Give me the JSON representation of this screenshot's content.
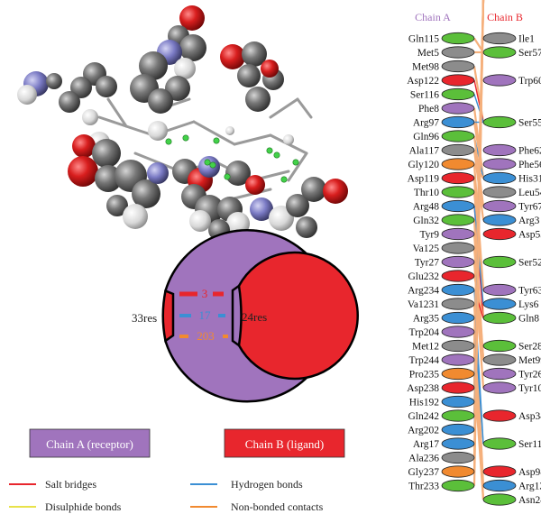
{
  "chain_a_header": "Chain A",
  "chain_b_header": "Chain B",
  "summary": {
    "chain_a_res": "33res",
    "chain_b_res": "24res",
    "salt_count": "3",
    "hbond_count": "17",
    "nonbonded_count": "203"
  },
  "boxes": {
    "chain_a": "Chain A (receptor)",
    "chain_b": "Chain B (ligand)"
  },
  "legend": {
    "salt": "Salt bridges",
    "hbond": "Hydrogen bonds",
    "disulphide": "Disulphide bonds",
    "nonbonded": "Non-bonded contacts"
  },
  "colors": {
    "purple": "#a074bd",
    "red": "#e8262d",
    "blue": "#3b8fd4",
    "green": "#5bbf3a",
    "gray": "#8c8c8c",
    "orange": "#f18a30",
    "yellow": "#e8e24a",
    "line_orange": "#f5b07c"
  },
  "residues_a": [
    {
      "name": "Gln115",
      "color": "green"
    },
    {
      "name": "Met5",
      "color": "gray"
    },
    {
      "name": "Met98",
      "color": "gray"
    },
    {
      "name": "Asp122",
      "color": "red"
    },
    {
      "name": "Ser116",
      "color": "green"
    },
    {
      "name": "Phe8",
      "color": "purple"
    },
    {
      "name": "Arg97",
      "color": "blue"
    },
    {
      "name": "Gln96",
      "color": "green"
    },
    {
      "name": "Ala117",
      "color": "gray"
    },
    {
      "name": "Gly120",
      "color": "orange"
    },
    {
      "name": "Asp119",
      "color": "red"
    },
    {
      "name": "Thr10",
      "color": "green"
    },
    {
      "name": "Arg48",
      "color": "blue"
    },
    {
      "name": "Gln32",
      "color": "green"
    },
    {
      "name": "Tyr9",
      "color": "purple"
    },
    {
      "name": "Va125",
      "color": "gray"
    },
    {
      "name": "Tyr27",
      "color": "purple"
    },
    {
      "name": "Glu232",
      "color": "red"
    },
    {
      "name": "Arg234",
      "color": "blue"
    },
    {
      "name": "Va1231",
      "color": "gray"
    },
    {
      "name": "Arg35",
      "color": "blue"
    },
    {
      "name": "Trp204",
      "color": "purple"
    },
    {
      "name": "Met12",
      "color": "gray"
    },
    {
      "name": "Trp244",
      "color": "purple"
    },
    {
      "name": "Pro235",
      "color": "orange"
    },
    {
      "name": "Asp238",
      "color": "red"
    },
    {
      "name": "His192",
      "color": "blue"
    },
    {
      "name": "Gln242",
      "color": "green"
    },
    {
      "name": "Arg202",
      "color": "blue"
    },
    {
      "name": "Arg17",
      "color": "blue"
    },
    {
      "name": "Ala236",
      "color": "gray"
    },
    {
      "name": "Gly237",
      "color": "orange"
    },
    {
      "name": "Thr233",
      "color": "green"
    }
  ],
  "residues_b": [
    {
      "name": "Ile1",
      "color": "gray",
      "row": 0
    },
    {
      "name": "Ser57",
      "color": "green",
      "row": 1
    },
    {
      "name": "Trp60",
      "color": "purple",
      "row": 3
    },
    {
      "name": "Ser55",
      "color": "green",
      "row": 6
    },
    {
      "name": "Phe62",
      "color": "purple",
      "row": 8
    },
    {
      "name": "Phe56",
      "color": "purple",
      "row": 9
    },
    {
      "name": "His31",
      "color": "blue",
      "row": 10
    },
    {
      "name": "Leu54",
      "color": "gray",
      "row": 11
    },
    {
      "name": "Tyr67",
      "color": "purple",
      "row": 12
    },
    {
      "name": "Arg3",
      "color": "blue",
      "row": 13
    },
    {
      "name": "Asp53",
      "color": "red",
      "row": 14
    },
    {
      "name": "Ser52",
      "color": "green",
      "row": 16
    },
    {
      "name": "Tyr63",
      "color": "purple",
      "row": 18
    },
    {
      "name": "Lys6",
      "color": "blue",
      "row": 19
    },
    {
      "name": "Gln8",
      "color": "green",
      "row": 20
    },
    {
      "name": "Ser28",
      "color": "green",
      "row": 22
    },
    {
      "name": "Met99",
      "color": "gray",
      "row": 23
    },
    {
      "name": "Tyr26",
      "color": "purple",
      "row": 24
    },
    {
      "name": "Tyr10",
      "color": "purple",
      "row": 25
    },
    {
      "name": "Asp34",
      "color": "red",
      "row": 27
    },
    {
      "name": "Ser11",
      "color": "green",
      "row": 29
    },
    {
      "name": "Asp98",
      "color": "red",
      "row": 31
    },
    {
      "name": "Arg12",
      "color": "blue",
      "row": 32
    },
    {
      "name": "Asn24",
      "color": "green",
      "row": 33
    }
  ],
  "links": [
    {
      "a": 0,
      "b": 1,
      "type": "non"
    },
    {
      "a": 1,
      "b": 1,
      "type": "non"
    },
    {
      "a": 2,
      "b": 3,
      "type": "non"
    },
    {
      "a": 3,
      "b": 3,
      "type": "salt"
    },
    {
      "a": 4,
      "b": 3,
      "type": "hb"
    },
    {
      "a": 5,
      "b": 6,
      "type": "non"
    },
    {
      "a": 6,
      "b": 3,
      "type": "hb"
    },
    {
      "a": 6,
      "b": 6,
      "type": "non"
    },
    {
      "a": 7,
      "b": 6,
      "type": "hb"
    },
    {
      "a": 7,
      "b": 8,
      "type": "non"
    },
    {
      "a": 8,
      "b": 9,
      "type": "non"
    },
    {
      "a": 9,
      "b": 6,
      "type": "non"
    },
    {
      "a": 9,
      "b": 12,
      "type": "non"
    },
    {
      "a": 10,
      "b": 14,
      "type": "non"
    },
    {
      "a": 11,
      "b": 12,
      "type": "non"
    },
    {
      "a": 12,
      "b": 14,
      "type": "salt"
    },
    {
      "a": 12,
      "b": 13,
      "type": "hb"
    },
    {
      "a": 13,
      "b": 16,
      "type": "non"
    },
    {
      "a": 14,
      "b": 16,
      "type": "non"
    },
    {
      "a": 15,
      "b": 16,
      "type": "non"
    },
    {
      "a": 16,
      "b": 18,
      "type": "non"
    },
    {
      "a": 17,
      "b": 14,
      "type": "non"
    },
    {
      "a": 18,
      "b": 14,
      "type": "salt"
    },
    {
      "a": 18,
      "b": 20,
      "type": "hb"
    },
    {
      "a": 19,
      "b": 22,
      "type": "non"
    },
    {
      "a": 20,
      "b": 20,
      "type": "hb"
    },
    {
      "a": 21,
      "b": 23,
      "type": "non"
    },
    {
      "a": 22,
      "b": 24,
      "type": "non"
    },
    {
      "a": 23,
      "b": 25,
      "type": "non"
    },
    {
      "a": 24,
      "b": 23,
      "type": "non"
    },
    {
      "a": 25,
      "b": 27,
      "type": "non"
    },
    {
      "a": 26,
      "b": 24,
      "type": "hb"
    },
    {
      "a": 27,
      "b": 29,
      "type": "non"
    },
    {
      "a": 28,
      "b": 31,
      "type": "hb"
    },
    {
      "a": 29,
      "b": 32,
      "type": "hb"
    },
    {
      "a": 30,
      "b": 33,
      "type": "non"
    },
    {
      "a": 31,
      "b": 32,
      "type": "non"
    },
    {
      "a": 32,
      "b": 33,
      "type": "non"
    }
  ]
}
